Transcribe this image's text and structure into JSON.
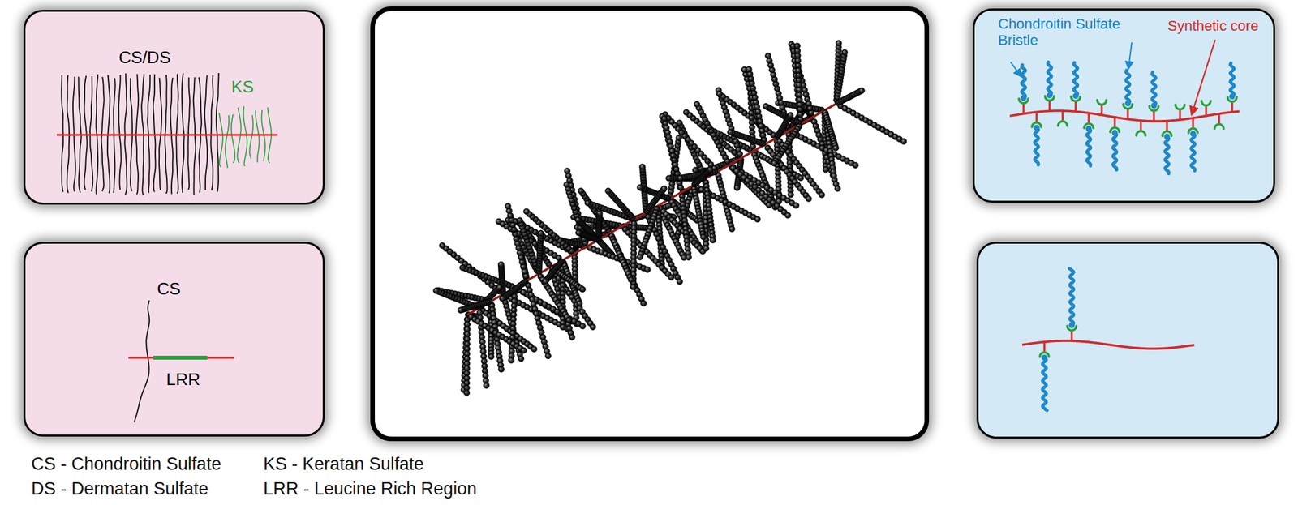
{
  "diagram": {
    "nodes": [
      {
        "text": [
          "CS/DS",
          "KS"
        ]
      },
      {
        "text": [
          "CS",
          "LRR"
        ]
      },
      {
        "text": [
          "Chondroitin Sulfate Bristle",
          "Synthetic core"
        ]
      }
    ],
    "labels": [
      "CS - Chondroitin Sulfate",
      "KS - Keratan Sulfate",
      "DS - Dermatan Sulfate",
      "LRR - Leucine Rich Region"
    ]
  }
}
